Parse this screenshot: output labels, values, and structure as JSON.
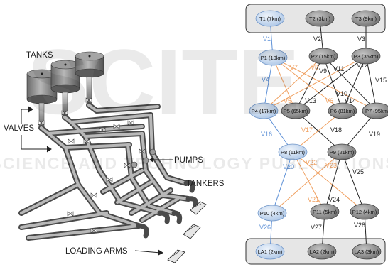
{
  "left_panel": {
    "labels": {
      "tanks": "TANKS",
      "valves": "VALVES",
      "pumps": "PUMPS",
      "tankers": "TANKERS",
      "loading_arms": "LOADING ARMS"
    }
  },
  "watermark": {
    "line1": "SCITE",
    "line2": "SCIENCE AND TECHNOLOGY PUBLICATIONS"
  },
  "graph": {
    "top_group_fill": "#e6e6e6",
    "bottom_group_fill": "#e6e6e6",
    "nodes": [
      {
        "id": "T1",
        "label": "T1 (7km)",
        "style": "light"
      },
      {
        "id": "T2",
        "label": "T2 (3km)",
        "style": "dark"
      },
      {
        "id": "T3",
        "label": "T3 (9km)",
        "style": "dark"
      },
      {
        "id": "P1",
        "label": "P1 (10km)",
        "style": "light"
      },
      {
        "id": "P2",
        "label": "P2 (15km)",
        "style": "dark"
      },
      {
        "id": "P3",
        "label": "P3 (35km)",
        "style": "dark"
      },
      {
        "id": "P4",
        "label": "P4 (17km)",
        "style": "light"
      },
      {
        "id": "P5",
        "label": "P5 (65km)",
        "style": "dark"
      },
      {
        "id": "P6",
        "label": "P6 (81km)",
        "style": "dark"
      },
      {
        "id": "P7",
        "label": "P7 (95km",
        "style": "dark"
      },
      {
        "id": "P8",
        "label": "P8 (11km)",
        "style": "light"
      },
      {
        "id": "P9",
        "label": "P9 (21km)",
        "style": "dark"
      },
      {
        "id": "P10",
        "label": "P10 (4km)",
        "style": "light"
      },
      {
        "id": "P11",
        "label": "P11 (5km)",
        "style": "dark"
      },
      {
        "id": "P12",
        "label": "P12 (4km)",
        "style": "dark"
      },
      {
        "id": "LA1",
        "label": "LA1 (2km)",
        "style": "light"
      },
      {
        "id": "LA2",
        "label": "LA2 (2km)",
        "style": "dark"
      },
      {
        "id": "LA3",
        "label": "LA3 (3km)",
        "style": "dark"
      }
    ],
    "edges": [
      {
        "from": "T1",
        "to": "P1",
        "color": "blue"
      },
      {
        "from": "T2",
        "to": "P2",
        "color": "black"
      },
      {
        "from": "T3",
        "to": "P3",
        "color": "black"
      },
      {
        "from": "P1",
        "to": "P4",
        "color": "blue"
      },
      {
        "from": "P1",
        "to": "P5",
        "color": "orange"
      },
      {
        "from": "P1",
        "to": "P6",
        "color": "orange"
      },
      {
        "from": "P1",
        "to": "P7",
        "color": "orange"
      },
      {
        "from": "P2",
        "to": "P4",
        "color": "orange"
      },
      {
        "from": "P2",
        "to": "P5",
        "color": "black"
      },
      {
        "from": "P2",
        "to": "P6",
        "color": "black"
      },
      {
        "from": "P2",
        "to": "P7",
        "color": "black"
      },
      {
        "from": "P3",
        "to": "P4",
        "color": "orange"
      },
      {
        "from": "P3",
        "to": "P5",
        "color": "black"
      },
      {
        "from": "P3",
        "to": "P6",
        "color": "black"
      },
      {
        "from": "P3",
        "to": "P7",
        "color": "black"
      },
      {
        "from": "P4",
        "to": "P8",
        "color": "blue"
      },
      {
        "from": "P5",
        "to": "P9",
        "color": "black"
      },
      {
        "from": "P6",
        "to": "P8",
        "color": "orange"
      },
      {
        "from": "P7",
        "to": "P9",
        "color": "black"
      },
      {
        "from": "P8",
        "to": "P10",
        "color": "blue"
      },
      {
        "from": "P8",
        "to": "P11",
        "color": "orange"
      },
      {
        "from": "P8",
        "to": "P12",
        "color": "orange"
      },
      {
        "from": "P9",
        "to": "P10",
        "color": "orange"
      },
      {
        "from": "P9",
        "to": "P11",
        "color": "black"
      },
      {
        "from": "P9",
        "to": "P12",
        "color": "black"
      },
      {
        "from": "P10",
        "to": "LA1",
        "color": "blue"
      },
      {
        "from": "P11",
        "to": "LA2",
        "color": "black"
      },
      {
        "from": "P12",
        "to": "LA3",
        "color": "black"
      }
    ],
    "edge_labels": [
      {
        "text": "V1",
        "color": "blue"
      },
      {
        "text": "V2",
        "color": "black"
      },
      {
        "text": "V3",
        "color": "black"
      },
      {
        "text": "V4",
        "color": "blue"
      },
      {
        "text": "V7",
        "color": "orange"
      },
      {
        "text": "V8",
        "color": "orange"
      },
      {
        "text": "V9",
        "color": "black"
      },
      {
        "text": "V11",
        "color": "black"
      },
      {
        "text": "V12",
        "color": "black"
      },
      {
        "text": "V15",
        "color": "black"
      },
      {
        "text": "V10",
        "color": "black"
      },
      {
        "text": "V13",
        "color": "black"
      },
      {
        "text": "V14",
        "color": "black"
      },
      {
        "text": "V5",
        "color": "orange"
      },
      {
        "text": "V6",
        "color": "orange"
      },
      {
        "text": "V16",
        "color": "blue"
      },
      {
        "text": "V17",
        "color": "orange"
      },
      {
        "text": "V18",
        "color": "black"
      },
      {
        "text": "V19",
        "color": "black"
      },
      {
        "text": "V20",
        "color": "blue"
      },
      {
        "text": "V22",
        "color": "orange"
      },
      {
        "text": "V23",
        "color": "orange"
      },
      {
        "text": "V25",
        "color": "black"
      },
      {
        "text": "V21",
        "color": "orange"
      },
      {
        "text": "V24",
        "color": "black"
      },
      {
        "text": "V26",
        "color": "blue"
      },
      {
        "text": "V27",
        "color": "black"
      },
      {
        "text": "V28",
        "color": "black"
      }
    ],
    "colors": {
      "blue": "#5b8fd6",
      "orange": "#f0a060",
      "black": "#222222",
      "light_node": "#c9dcf2",
      "dark_node": "#8c8c8c"
    }
  }
}
